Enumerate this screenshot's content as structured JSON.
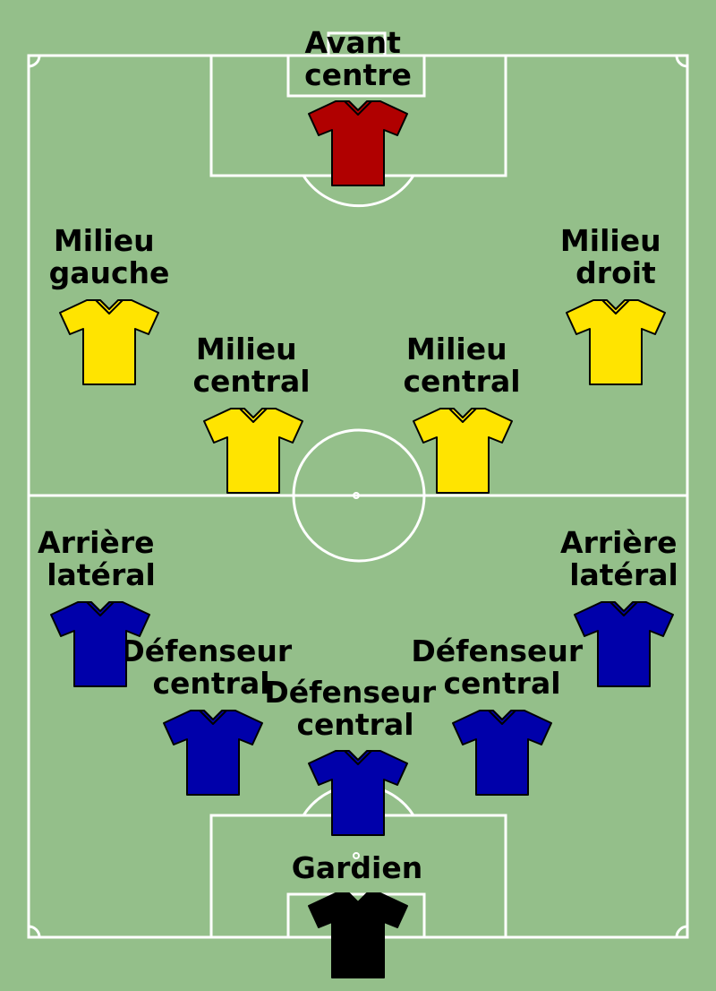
{
  "colors": {
    "grass": "#94bf8a",
    "lines": "#ffffff",
    "attack": "#b00000",
    "midfield": "#ffe400",
    "defense": "#0000aa",
    "goalkeeper": "#000000"
  },
  "players": [
    {
      "id": "avant-centre",
      "line1": "Avant",
      "line2": "centre",
      "color_key": "attack"
    },
    {
      "id": "milieu-gauche",
      "line1": "Milieu",
      "line2": "gauche",
      "color_key": "midfield"
    },
    {
      "id": "milieu-droit",
      "line1": "Milieu",
      "line2": "droit",
      "color_key": "midfield"
    },
    {
      "id": "milieu-central-left",
      "line1": "Milieu",
      "line2": "central",
      "color_key": "midfield"
    },
    {
      "id": "milieu-central-right",
      "line1": "Milieu",
      "line2": "central",
      "color_key": "midfield"
    },
    {
      "id": "arriere-lateral-left",
      "line1": "Arrière",
      "line2": "latéral",
      "color_key": "defense"
    },
    {
      "id": "arriere-lateral-right",
      "line1": "Arrière",
      "line2": "latéral",
      "color_key": "defense"
    },
    {
      "id": "defenseur-central-left",
      "line1": "Défenseur",
      "line2": "central",
      "color_key": "defense"
    },
    {
      "id": "defenseur-central-right",
      "line1": "Défenseur",
      "line2": "central",
      "color_key": "defense"
    },
    {
      "id": "defenseur-central-mid",
      "line1": "Défenseur",
      "line2": "central",
      "color_key": "defense"
    },
    {
      "id": "gardien",
      "line1": "Gardien",
      "line2": "",
      "color_key": "goalkeeper"
    }
  ]
}
